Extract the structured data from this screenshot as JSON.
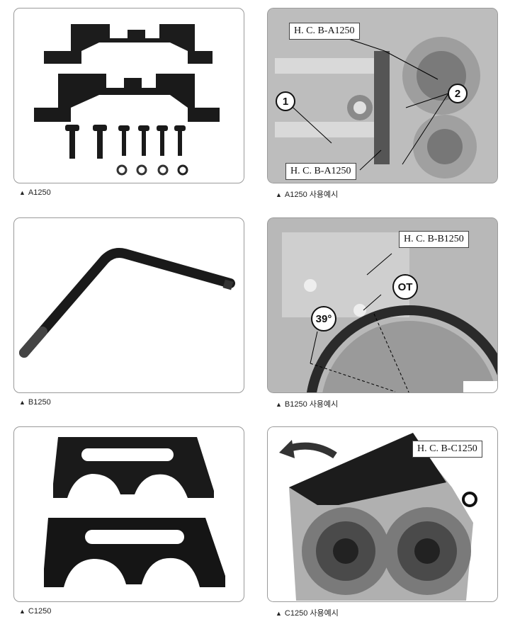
{
  "panels": [
    {
      "caption": "A1250"
    },
    {
      "caption": "A1250 사용예시",
      "labels": [
        "H. C. B-A1250",
        "H. C. B-A1250"
      ],
      "markers": [
        "1",
        "2"
      ]
    },
    {
      "caption": "B1250"
    },
    {
      "caption": "B1250 사용예시",
      "labels": [
        "H. C. B-B1250"
      ],
      "markers": [
        "OT",
        "39°"
      ]
    },
    {
      "caption": "C1250"
    },
    {
      "caption": "C1250 사용예시",
      "labels": [
        "H. C. B-C1250"
      ]
    }
  ],
  "colors": {
    "tool": "#1a1a1a",
    "border": "#9a9a9a",
    "photo": "#c9c9c9"
  }
}
